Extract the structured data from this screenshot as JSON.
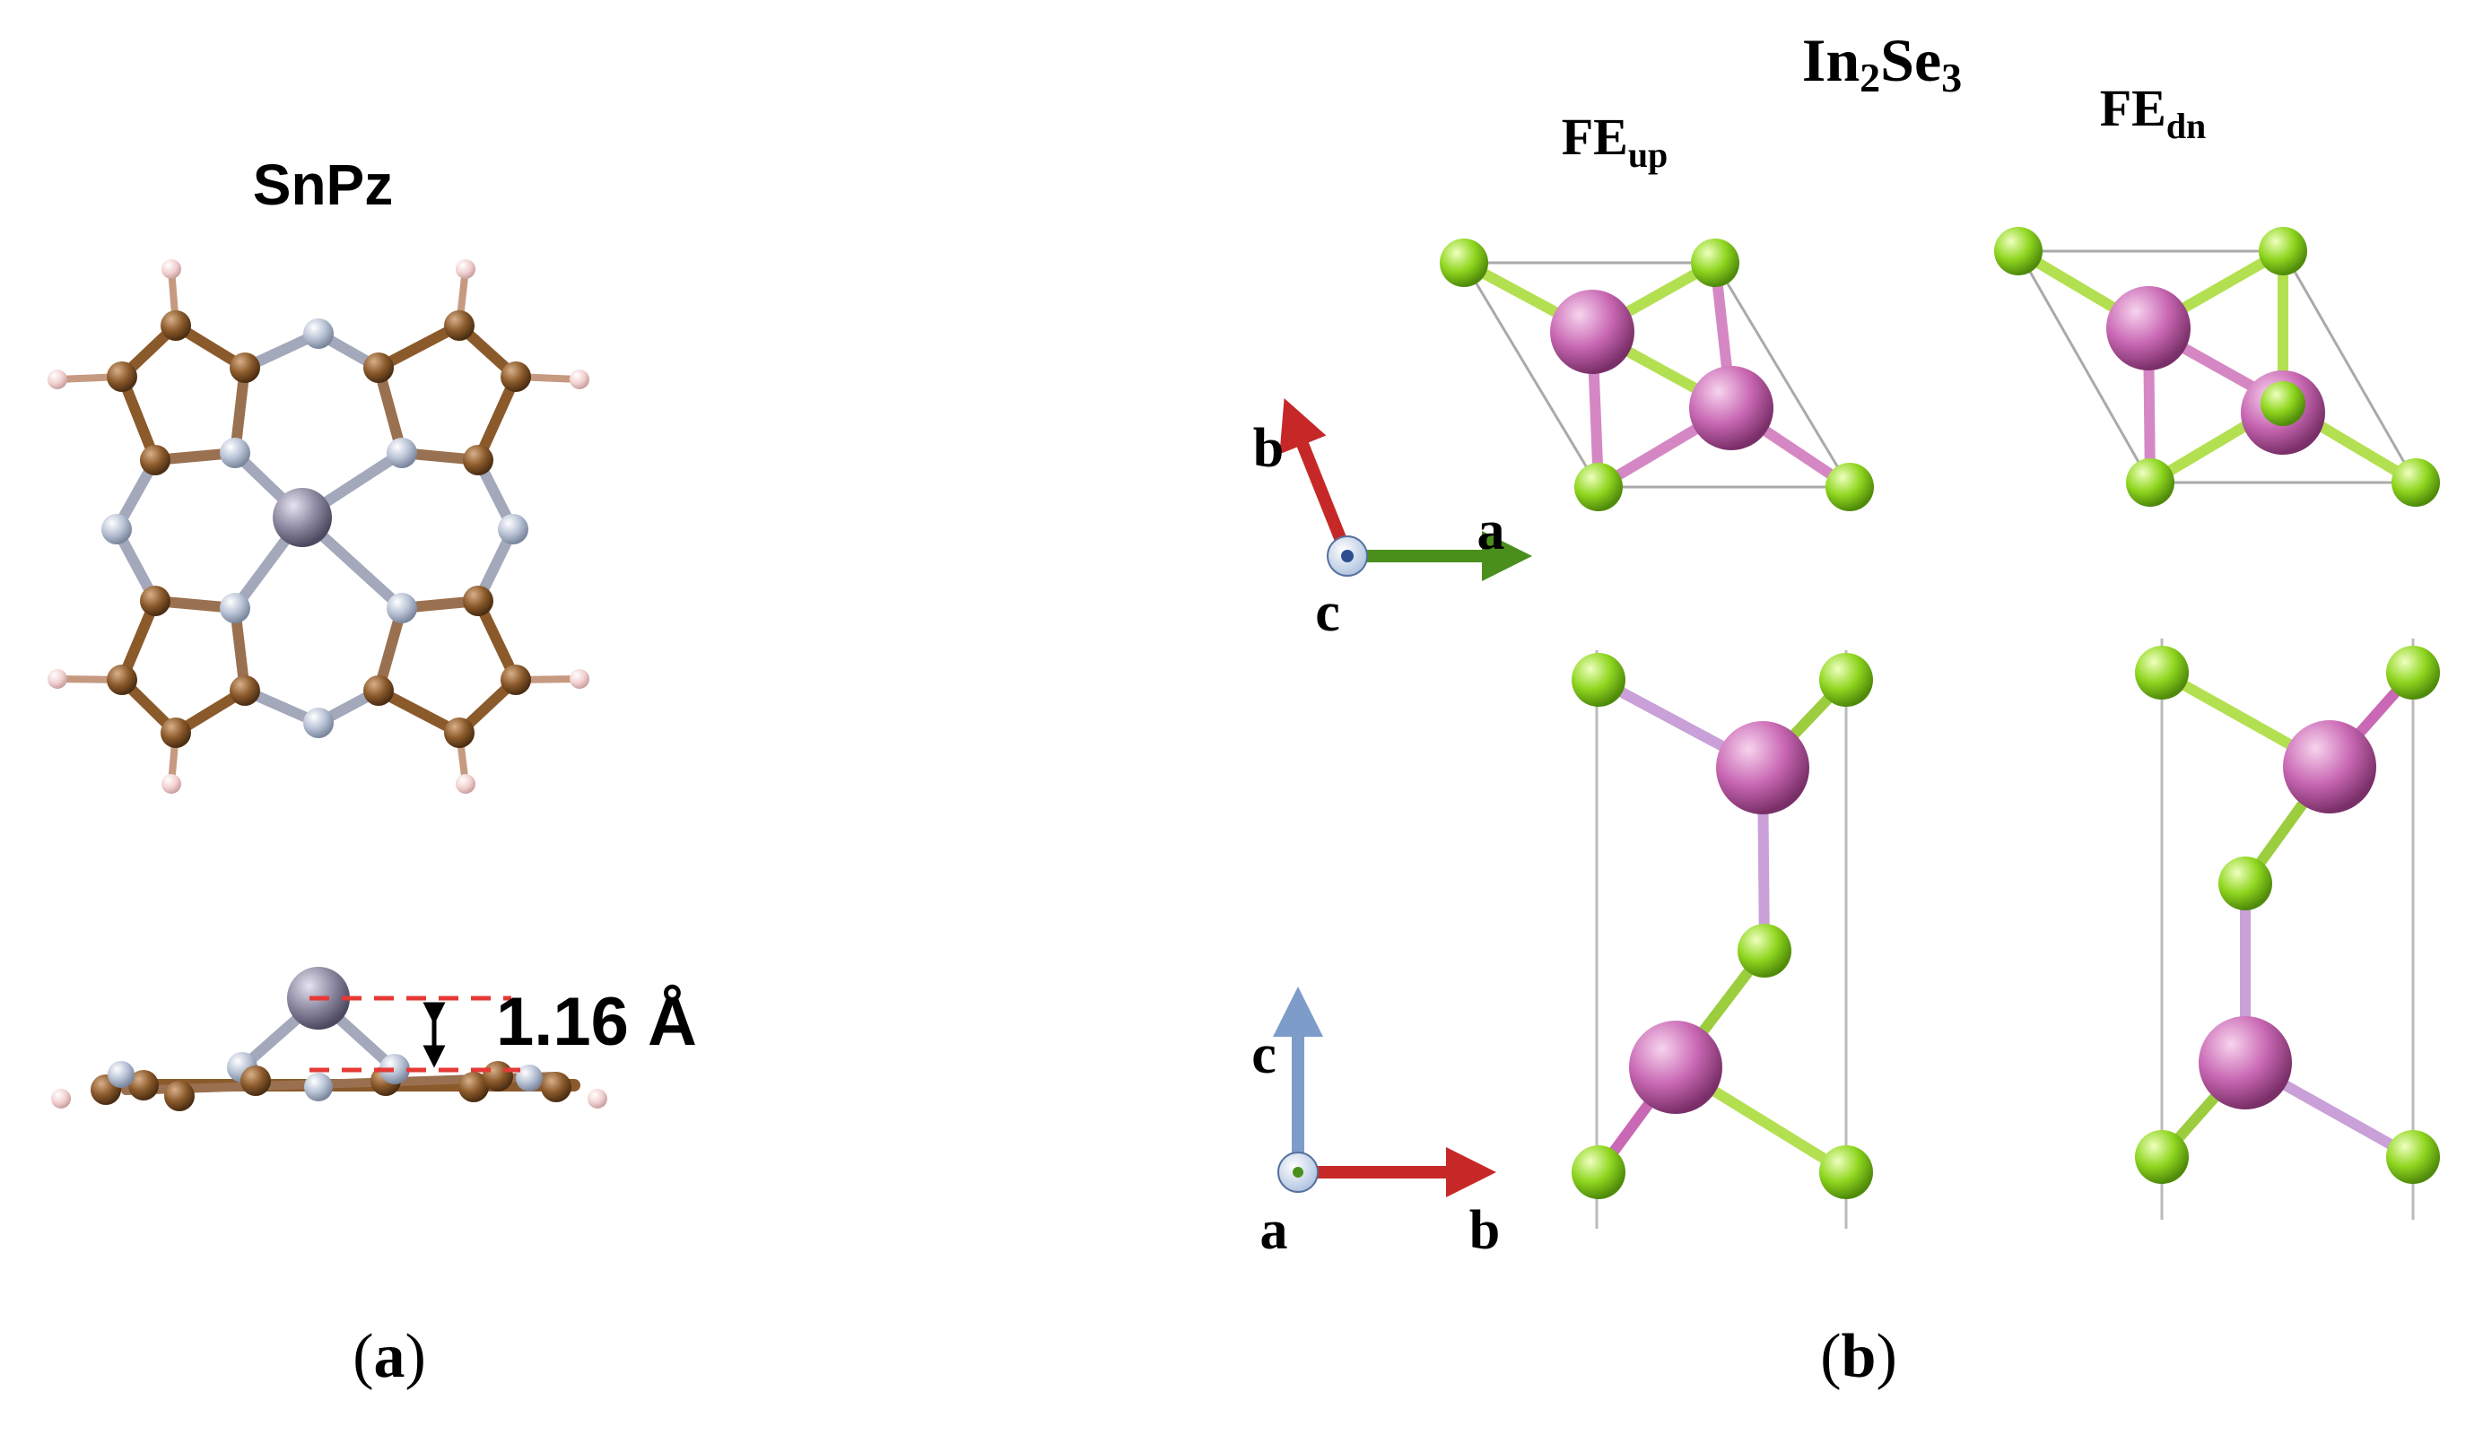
{
  "panel_a": {
    "title": "SnPz",
    "distance_label": "1.16 Å",
    "caption_open": "(",
    "caption_letter": "a",
    "caption_close": ")"
  },
  "panel_b": {
    "title_base": "In",
    "title_sub1": "2",
    "title_mid": "Se",
    "title_sub2": "3",
    "fe_up_base": "FE",
    "fe_up_sub": "up",
    "fe_dn_base": "FE",
    "fe_dn_sub": "dn",
    "top_axes": {
      "b": "b",
      "a": "a",
      "c": "c"
    },
    "bottom_axes": {
      "c": "c",
      "a": "a",
      "b": "b"
    },
    "caption_open": "(",
    "caption_letter": "b",
    "caption_close": ")"
  },
  "colors": {
    "carbon": "#8b5a2b",
    "nitrogen": "#b9c3d6",
    "tin": "#8e8aa2",
    "hydrogen": "#f2d0d0",
    "indium": "#c968b4",
    "selenium": "#8fd61f",
    "axis_red": "#c62828",
    "axis_green": "#4a8f1c",
    "axis_blue": "#7e9cc9",
    "dash_red": "#e53935"
  }
}
